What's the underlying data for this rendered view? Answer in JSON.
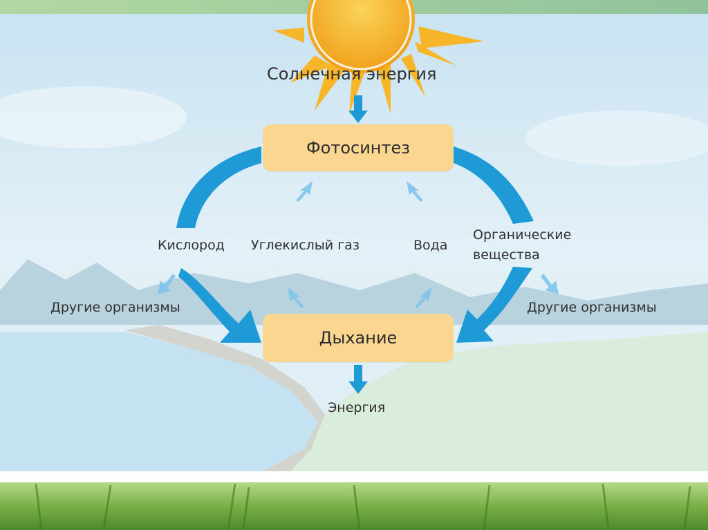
{
  "diagram": {
    "sun_label": "Солнечная энергия",
    "photosynthesis": "Фотосинтез",
    "respiration": "Дыхание",
    "oxygen": "Кислород",
    "carbon_dioxide": "Углекислый газ",
    "water": "Вода",
    "organic_line1": "Органические",
    "organic_line2": "вещества",
    "other_organisms_left": "Другие организмы",
    "other_organisms_right": "Другие организмы",
    "energy": "Энергия"
  },
  "colors": {
    "box": "#fbd690",
    "arrow_dark": "#1e9ad6",
    "arrow_light": "#9fd6ef",
    "sun": "#f7b62a",
    "sky": "#d6ebf5",
    "grass": "#8fbf4a"
  }
}
